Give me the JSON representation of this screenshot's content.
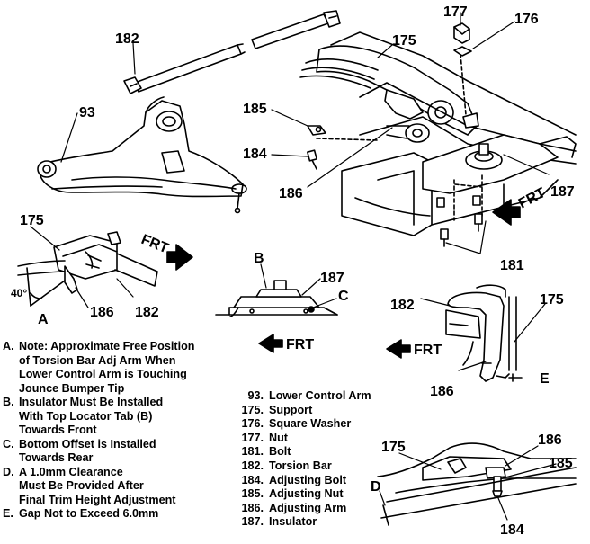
{
  "callouts": {
    "c177": "177",
    "c176": "176",
    "c182_top": "182",
    "c175_top": "175",
    "c93": "93",
    "c185_top": "185",
    "c184_top": "184",
    "c186_top": "186",
    "c187_top": "187",
    "c181": "181",
    "c175_left": "175",
    "c186_left": "186",
    "c182_left": "182",
    "angle": "40°",
    "letter_a": "A",
    "letter_b": "B",
    "c187_mid": "187",
    "letter_c": "C",
    "c182_right": "182",
    "c175_right": "175",
    "c186_right": "186",
    "letter_e": "E",
    "c175_bot": "175",
    "c186_bot": "186",
    "c185_bot": "185",
    "c184_bot": "184",
    "letter_d": "D"
  },
  "frt_labels": {
    "frt_top_right": "FRT",
    "frt_left": "FRT",
    "frt_mid": "FRT",
    "frt_right": "FRT"
  },
  "notes": [
    {
      "letter": "A.",
      "lines": [
        "Note: Approximate Free Position",
        "of Torsion Bar Adj Arm When",
        "Lower Control Arm is Touching",
        "Jounce Bumper Tip"
      ]
    },
    {
      "letter": "B.",
      "lines": [
        "Insulator Must Be Installed",
        "With Top Locator Tab (B)",
        "Towards Front"
      ]
    },
    {
      "letter": "C.",
      "lines": [
        "Bottom Offset is Installed",
        "Towards Rear"
      ]
    },
    {
      "letter": "D.",
      "lines": [
        "A 1.0mm Clearance",
        "Must Be Provided After",
        "Final Trim Height Adjustment"
      ]
    },
    {
      "letter": "E.",
      "lines": [
        "Gap Not to Exceed 6.0mm"
      ]
    }
  ],
  "legend": [
    {
      "num": "93.",
      "label": "Lower Control Arm"
    },
    {
      "num": "175.",
      "label": "Support"
    },
    {
      "num": "176.",
      "label": "Square Washer"
    },
    {
      "num": "177.",
      "label": "Nut"
    },
    {
      "num": "181.",
      "label": "Bolt"
    },
    {
      "num": "182.",
      "label": "Torsion Bar"
    },
    {
      "num": "184.",
      "label": "Adjusting Bolt"
    },
    {
      "num": "185.",
      "label": "Adjusting Nut"
    },
    {
      "num": "186.",
      "label": "Adjusting Arm"
    },
    {
      "num": "187.",
      "label": "Insulator"
    }
  ]
}
